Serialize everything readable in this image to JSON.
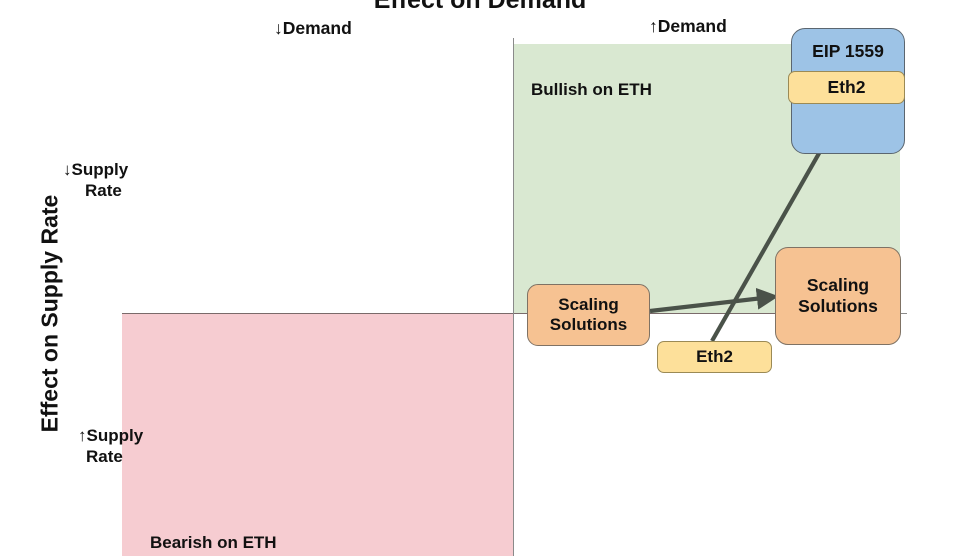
{
  "title": "Effect on Demand",
  "axes": {
    "y_title": "Effect on Supply Rate",
    "demand_decrease": "↓Demand",
    "demand_increase": "↑Demand",
    "supply_rate_decrease_line1": "↓Supply",
    "supply_rate_decrease_line2": "Rate",
    "supply_rate_increase_line1": "↑Supply",
    "supply_rate_increase_line2": "Rate"
  },
  "quadrants": {
    "bullish_label": "Bullish on ETH",
    "bearish_label": "Bearish on ETH",
    "bullish_color": "#d9e8d1",
    "bearish_color": "#f6ccd1"
  },
  "nodes": {
    "eip1559": "EIP 1559",
    "eth2_top": "Eth2",
    "scaling_left_line1": "Scaling",
    "scaling_left_line2": "Solutions",
    "scaling_right_line1": "Scaling",
    "scaling_right_line2": "Solutions",
    "eth2_low": "Eth2"
  },
  "colors": {
    "blue_box": "#9dc3e6",
    "yellow_box": "#fde09a",
    "orange_box": "#f6c292",
    "arrow": "#4a5249"
  },
  "chart_data": {
    "type": "scatter",
    "title": "Effect on Demand",
    "xlabel": "Effect on Demand",
    "ylabel": "Effect on Supply Rate",
    "x_axis_ticks": [
      "↓Demand",
      "↑Demand"
    ],
    "y_axis_ticks": [
      "↓Supply Rate",
      "↑Supply Rate"
    ],
    "grid": false,
    "legend": "none",
    "quadrant_regions": [
      {
        "name": "Bullish on ETH",
        "x": "increase-demand",
        "y": "decrease-supply-rate",
        "color": "#d9e8d1"
      },
      {
        "name": "Bearish on ETH",
        "x": "decrease-demand",
        "y": "increase-supply-rate",
        "color": "#f6ccd1"
      }
    ],
    "items": [
      {
        "label": "EIP 1559",
        "quadrant": "Bullish on ETH",
        "x": 0.88,
        "y": 0.92,
        "color": "#9dc3e6"
      },
      {
        "label": "Eth2",
        "quadrant": "Bullish on ETH",
        "x": 0.88,
        "y": 0.78,
        "color": "#fde09a"
      },
      {
        "label": "Scaling Solutions",
        "quadrant": "origin-left",
        "x": 0.52,
        "y": 0.02,
        "color": "#f6c292"
      },
      {
        "label": "Scaling Solutions",
        "quadrant": "Bullish on ETH",
        "x": 0.87,
        "y": 0.1,
        "color": "#f6c292"
      },
      {
        "label": "Eth2",
        "quadrant": "below-axis",
        "x": 0.72,
        "y": -0.08,
        "color": "#fde09a"
      }
    ],
    "transitions": [
      {
        "from": "Scaling Solutions (left)",
        "to": "Scaling Solutions (right)"
      },
      {
        "from": "Eth2 (low)",
        "to": "EIP 1559 / Eth2 (top)"
      }
    ]
  }
}
